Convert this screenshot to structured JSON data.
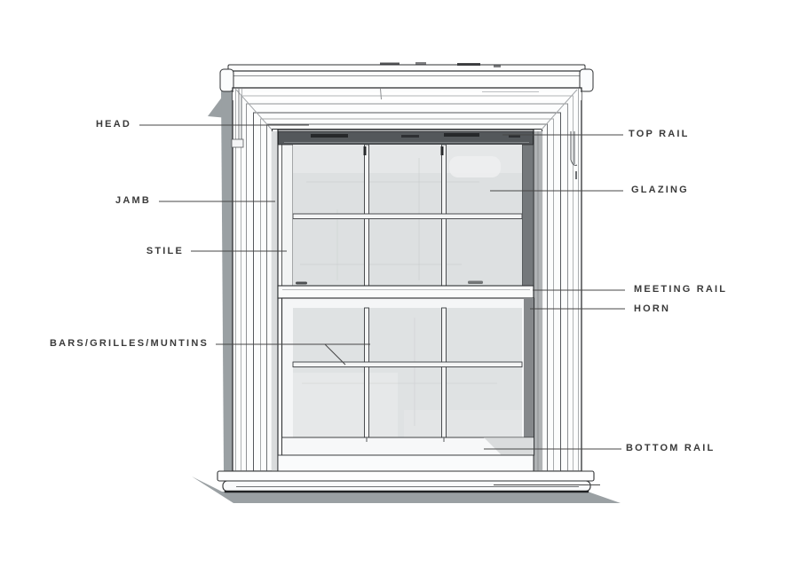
{
  "labels": {
    "head": "HEAD",
    "jamb": "JAMB",
    "stile": "STILE",
    "bars_grilles_muntins": "BARS/GRILLES/MUNTINS",
    "top_rail": "TOP RAIL",
    "glazing": "GLAZING",
    "meeting_rail": "MEETING RAIL",
    "horn": "HORN",
    "bottom_rail": "BOTTOM RAIL"
  },
  "colors": {
    "background": "#ffffff",
    "label_text": "#3a3a3a",
    "leader_line": "#474747",
    "ink_outline": "#2f3133",
    "glass": "#dfe2e3",
    "shadow": "#9aa0a3",
    "frame_white": "#fbfcfd",
    "dark_reveal": "#54585b"
  }
}
